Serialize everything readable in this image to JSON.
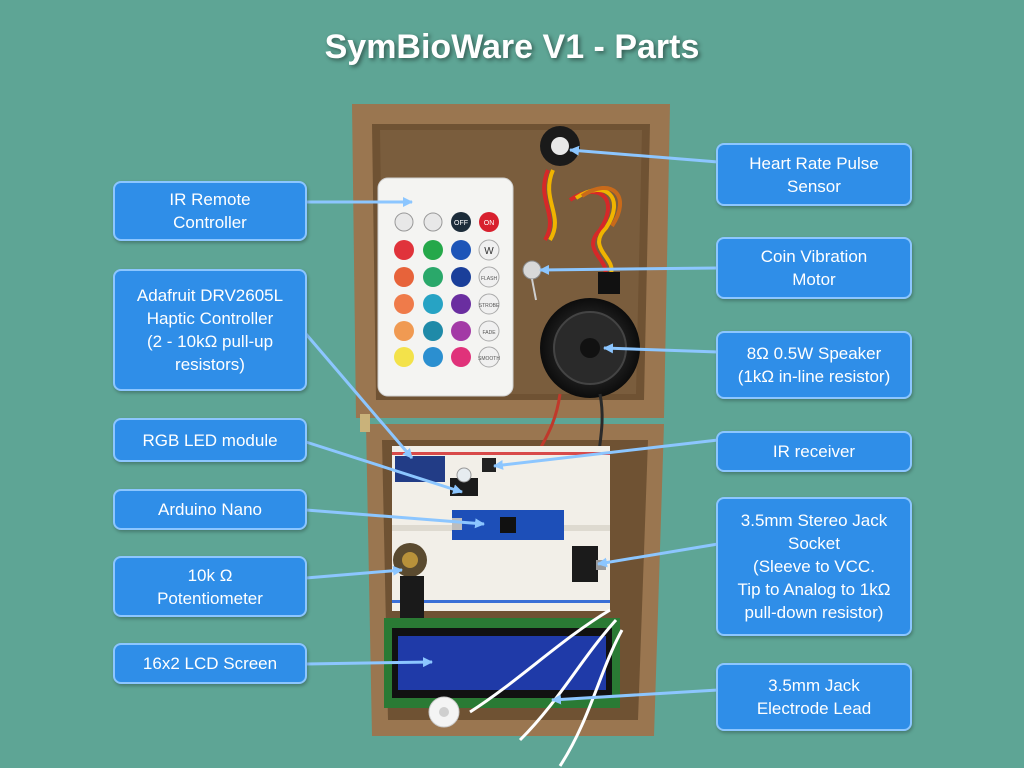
{
  "title": "SymBioWare V1 - Parts",
  "labels": {
    "ir_remote": "IR Remote\nController",
    "haptic": "Adafruit DRV2605L\nHaptic Controller\n(2 - 10kΩ pull-up\nresistors)",
    "rgb_led": "RGB LED module",
    "arduino": "Arduino Nano",
    "potentiometer": "10k Ω\nPotentiometer",
    "lcd": "16x2 LCD Screen",
    "pulse_sensor": "Heart Rate Pulse\nSensor",
    "vibration_motor": "Coin Vibration\nMotor",
    "speaker": "8Ω 0.5W Speaker\n(1kΩ in-line resistor)",
    "ir_receiver": "IR receiver",
    "jack_socket": "3.5mm Stereo Jack\nSocket\n(Sleeve to VCC.\nTip to Analog to 1kΩ\npull-down resistor)",
    "electrode_lead": "3.5mm Jack\nElectrode Lead"
  },
  "remote_buttons": {
    "off": "OFF",
    "on": "ON",
    "w": "W",
    "flash": "FLASH",
    "strobe": "STROBE",
    "fade": "FADE",
    "smooth": "SMOOTH"
  },
  "colors": {
    "background": "#5ea595",
    "label_fill": "#2f8ee8",
    "label_border": "#8cc6ff",
    "arrow": "#8cc6ff",
    "wood": "#8c6a45",
    "arduino_board": "#1d4fb8",
    "lcd_screen": "#1f3aa8"
  }
}
